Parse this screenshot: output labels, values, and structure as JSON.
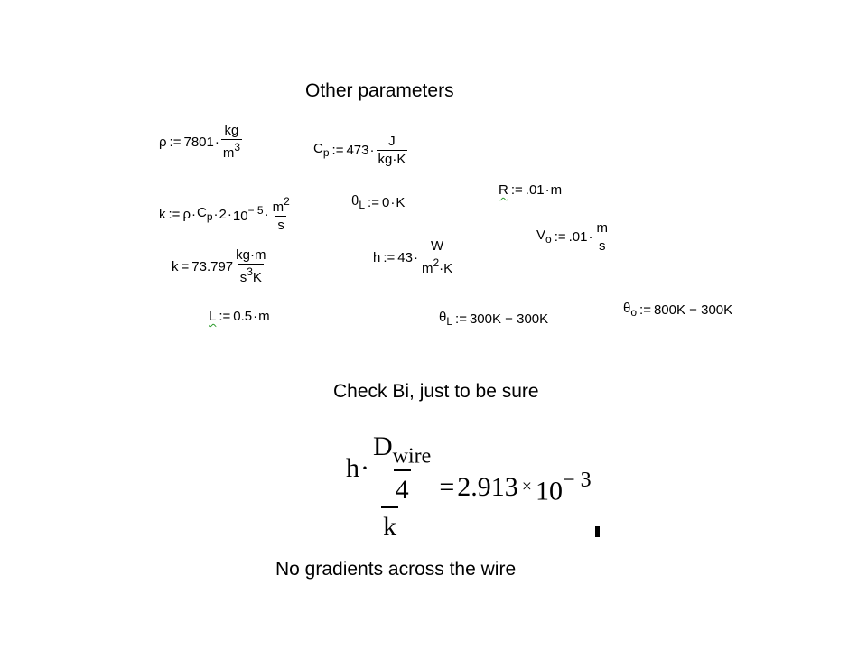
{
  "headings": {
    "other_parameters": "Other parameters",
    "check_bi": "Check Bi, just to be sure",
    "no_gradients": "No gradients across the wire"
  },
  "equations": {
    "rho": {
      "lhs": "ρ",
      "assign": ":=",
      "value": "7801",
      "num": "kg",
      "den_base": "m",
      "den_exp": "3"
    },
    "cp": {
      "lhs": "C",
      "lhs_sub": "p",
      "assign": ":=",
      "value": "473",
      "num": "J",
      "den": "kg·K"
    },
    "r": {
      "lhs": "R",
      "assign": ":=",
      "value": ".01",
      "unit": "m"
    },
    "k_def": {
      "lhs": "k",
      "assign": ":=",
      "rho": "ρ",
      "c": "C",
      "c_sub": "p",
      "two": "2",
      "ten": "10",
      "exp": "− 5",
      "num_base": "m",
      "num_exp": "2",
      "den": "s"
    },
    "theta_l": {
      "lhs": "θ",
      "lhs_sub": "L",
      "assign": ":=",
      "value": "0",
      "unit": "K"
    },
    "v0": {
      "lhs": "V",
      "lhs_sub": "o",
      "assign": ":=",
      "value": ".01",
      "num": "m",
      "den": "s"
    },
    "k_result": {
      "lhs": "k",
      "eq": "=",
      "value": "73.797",
      "num": "kg·m",
      "den_base": "s",
      "den_exp": "3",
      "den_tail": "K"
    },
    "h": {
      "lhs": "h",
      "assign": ":=",
      "value": "43",
      "num": "W",
      "den_base": "m",
      "den_exp": "2",
      "den_tail": "·K"
    },
    "l": {
      "lhs": "L",
      "assign": ":=",
      "value": "0.5",
      "unit": "m"
    },
    "theta_l2": {
      "lhs": "θ",
      "lhs_sub": "L",
      "assign": ":=",
      "expr": "300K − 300K"
    },
    "theta_o": {
      "lhs": "θ",
      "lhs_sub": "o",
      "assign": ":=",
      "expr": "800K − 300K"
    },
    "bi": {
      "h": "h",
      "d": "D",
      "d_sub": "wire",
      "four": "4",
      "k": "k",
      "eq": "=",
      "value": "2.913",
      "times": "×",
      "ten": "10",
      "exp": "− 3"
    }
  }
}
